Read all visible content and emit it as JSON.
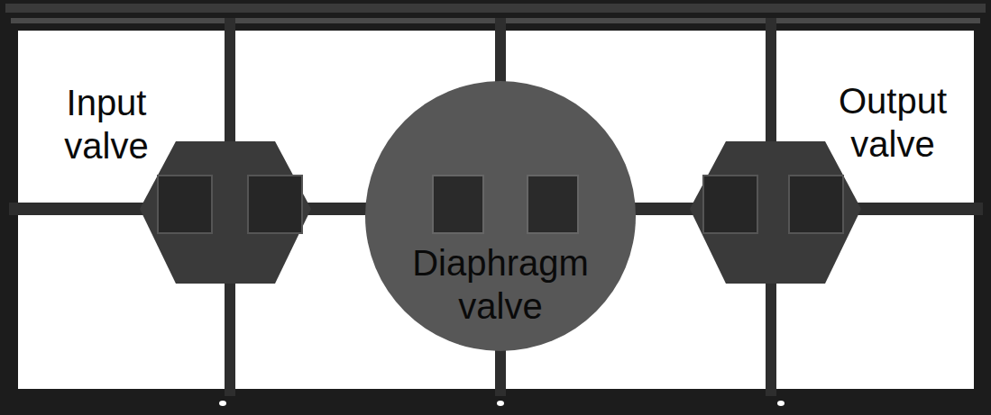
{
  "diagram": {
    "nodes": [
      {
        "text": [
          "Diaphragm valve"
        ]
      }
    ],
    "labels": [
      "Input valve",
      "Output valve"
    ]
  }
}
